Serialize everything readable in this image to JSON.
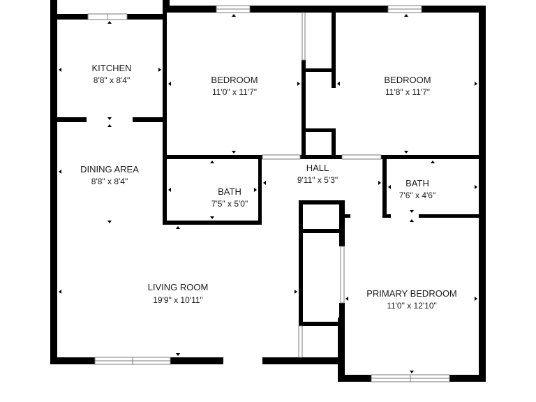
{
  "rooms": {
    "kitchen": {
      "name": "KITCHEN",
      "dims": "8'8\" x 8'4\""
    },
    "bedroom_1": {
      "name": "BEDROOM",
      "dims": "11'0\" x 11'7\""
    },
    "bedroom_2": {
      "name": "BEDROOM",
      "dims": "11'8\" x 11'7\""
    },
    "dining_area": {
      "name": "DINING AREA",
      "dims": "8'8\" x 8'4\""
    },
    "hall": {
      "name": "HALL",
      "dims": "9'11\" x 5'3\""
    },
    "bath_1": {
      "name": "BATH",
      "dims": "7'5\" x 5'0\""
    },
    "bath_2": {
      "name": "BATH",
      "dims": "7'6\" x 4'6\""
    },
    "living_room": {
      "name": "LIVING ROOM",
      "dims": "19'9\" x 10'11\""
    },
    "primary_bedroom": {
      "name": "PRIMARY BEDROOM",
      "dims": "11'0\" x 12'10\""
    }
  },
  "colors": {
    "wall": "#000000",
    "background": "#ffffff",
    "text": "#1a1a1a",
    "window": "#7a7a7a"
  }
}
